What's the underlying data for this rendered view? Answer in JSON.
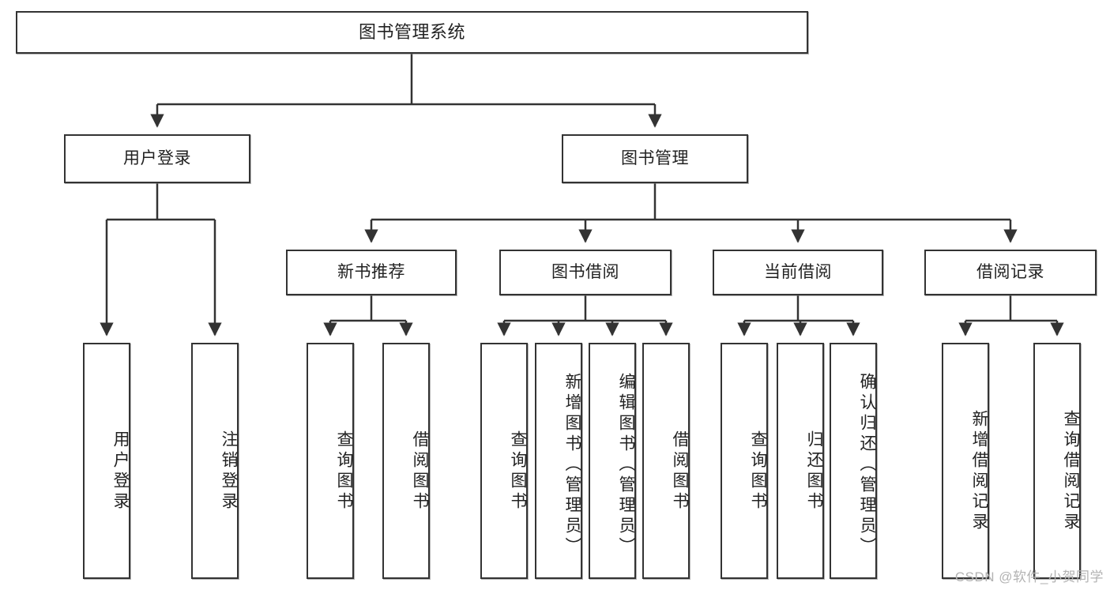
{
  "diagram": {
    "title": "图书管理系统",
    "watermark": "CSDN @软件_小贺同学",
    "colors": {
      "node_border": "#333333",
      "node_fill": "#ffffff",
      "edge": "#333333",
      "text": "#222222",
      "watermark": "#b3b3b3"
    },
    "nodes": {
      "root": {
        "label": "图书管理系统"
      },
      "level2": [
        {
          "id": "user-login",
          "label": "用户登录"
        },
        {
          "id": "book-manage",
          "label": "图书管理"
        }
      ],
      "level3": [
        {
          "id": "new-book-recommend",
          "label": "新书推荐"
        },
        {
          "id": "book-borrow",
          "label": "图书借阅"
        },
        {
          "id": "current-borrow",
          "label": "当前借阅"
        },
        {
          "id": "borrow-record",
          "label": "借阅记录"
        }
      ],
      "leaves": {
        "user_login": [
          {
            "id": "leaf-user-login",
            "label": "用户登录"
          },
          {
            "id": "leaf-logout-login",
            "label": "注销登录"
          }
        ],
        "new_book_recommend": [
          {
            "id": "leaf-query-book-1",
            "label": "查询图书"
          },
          {
            "id": "leaf-borrow-book-1",
            "label": "借阅图书"
          }
        ],
        "book_borrow": [
          {
            "id": "leaf-query-book-2",
            "label": "查询图书"
          },
          {
            "id": "leaf-add-book",
            "label": "新增图书（管理员）"
          },
          {
            "id": "leaf-edit-book",
            "label": "编辑图书（管理员）"
          },
          {
            "id": "leaf-borrow-book-2",
            "label": "借阅图书"
          }
        ],
        "current_borrow": [
          {
            "id": "leaf-query-book-3",
            "label": "查询图书"
          },
          {
            "id": "leaf-return-book",
            "label": "归还图书"
          },
          {
            "id": "leaf-confirm-return",
            "label": "确认归还（管理员）"
          }
        ],
        "borrow_record": [
          {
            "id": "leaf-add-record",
            "label": "新增借阅记录"
          },
          {
            "id": "leaf-query-record",
            "label": "查询借阅记录"
          }
        ]
      }
    }
  }
}
